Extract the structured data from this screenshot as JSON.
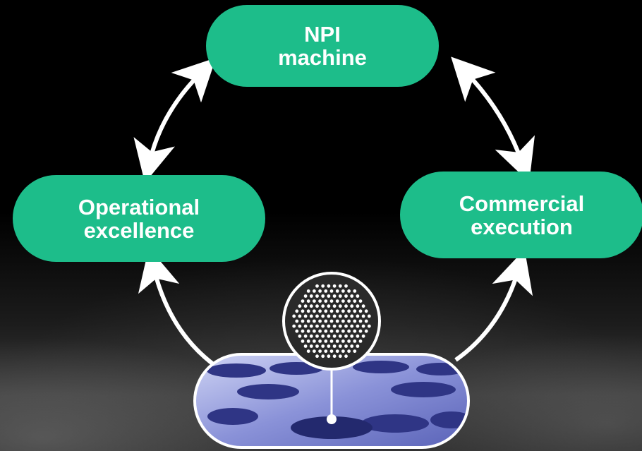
{
  "diagram": {
    "nodes": {
      "top": {
        "line1": "NPI",
        "line2": "machine"
      },
      "left": {
        "line1": "Operational",
        "line2": "excellence"
      },
      "right": {
        "line1": "Commercial",
        "line2": "execution"
      }
    },
    "colors": {
      "node_fill": "#1dbd8a",
      "node_text": "#ffffff",
      "arrow": "#ffffff",
      "wafer": "#3a3f9a",
      "background": "#000000"
    },
    "arrows": [
      {
        "from": "left",
        "to": "top",
        "style": "double-headed"
      },
      {
        "from": "top",
        "to": "right",
        "style": "double-headed"
      },
      {
        "from": "bottom-image",
        "to": "left",
        "style": "single-headed"
      },
      {
        "from": "bottom-image",
        "to": "right",
        "style": "single-headed"
      }
    ],
    "images": {
      "center": "nanowire-cross-section-circle",
      "bottom": "nanowire-wafer-pill"
    }
  }
}
